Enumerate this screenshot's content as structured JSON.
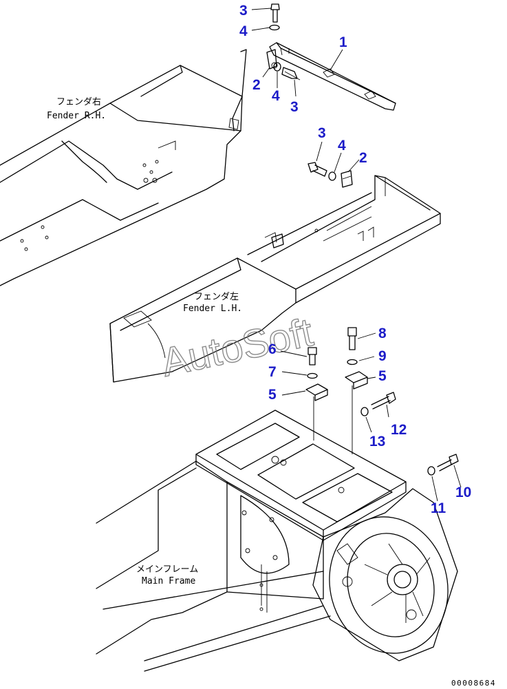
{
  "labels": {
    "fender_rh_jp": "フェンダ右",
    "fender_rh_en": "Fender R.H.",
    "fender_lh_jp": "フェンダ左",
    "fender_lh_en": "Fender L.H.",
    "main_frame_jp": "メインフレーム",
    "main_frame_en": "Main Frame"
  },
  "callouts": [
    "3",
    "4",
    "1",
    "2",
    "4",
    "3",
    "3",
    "4",
    "2",
    "8",
    "6",
    "9",
    "7",
    "5",
    "5",
    "12",
    "13",
    "10",
    "11"
  ],
  "watermark": "AutoSoft",
  "doc_number": "00008684",
  "colors": {
    "callout": "#1c1cc8",
    "line": "#000000",
    "watermark": "#777777"
  }
}
